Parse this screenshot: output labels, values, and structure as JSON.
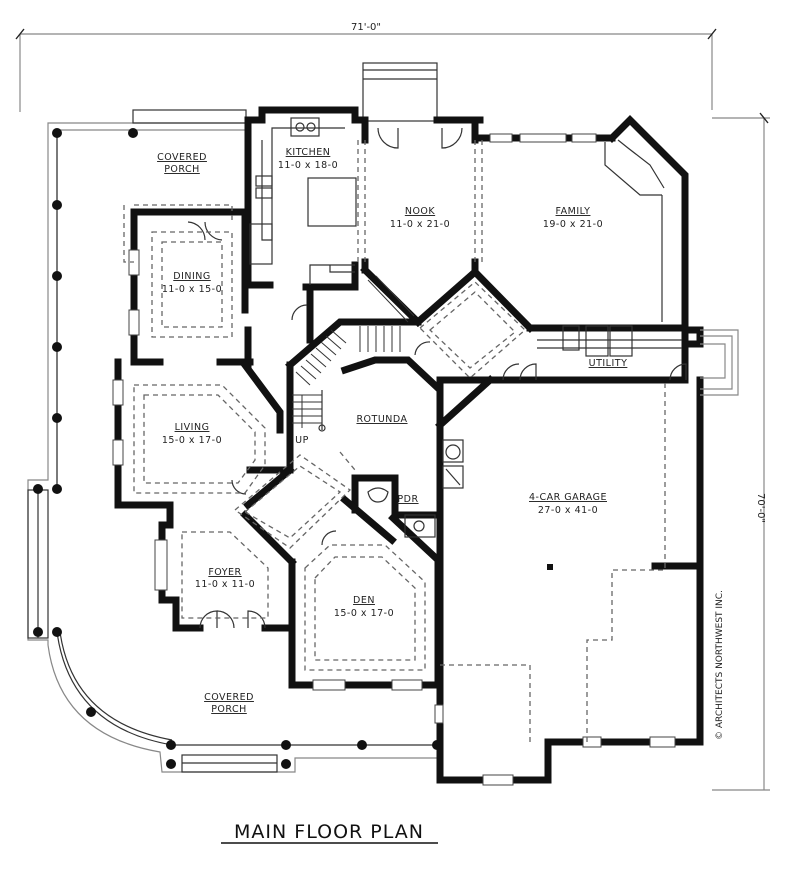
{
  "title": "MAIN FLOOR PLAN",
  "dimensions": {
    "width": "71'-0\"",
    "depth": "70'-0\""
  },
  "copyright": "© ARCHITECTS NORTHWEST INC.",
  "stair_label": "UP",
  "rooms": {
    "porch_top": {
      "name": "COVERED",
      "name2": "PORCH"
    },
    "kitchen": {
      "name": "KITCHEN",
      "size": "11-0 x 18-0"
    },
    "nook": {
      "name": "NOOK",
      "size": "11-0 x 21-0"
    },
    "family": {
      "name": "FAMILY",
      "size": "19-0 x 21-0"
    },
    "dining": {
      "name": "DINING",
      "size": "11-0 x 15-0"
    },
    "living": {
      "name": "LIVING",
      "size": "15-0 x 17-0"
    },
    "rotunda": {
      "name": "ROTUNDA"
    },
    "utility": {
      "name": "UTILITY"
    },
    "pdr": {
      "name": "PDR"
    },
    "garage": {
      "name": "4-CAR GARAGE",
      "size": "27-0 x 41-0"
    },
    "foyer": {
      "name": "FOYER",
      "size": "11-0 x 11-0"
    },
    "den": {
      "name": "DEN",
      "size": "15-0 x 17-0"
    },
    "porch_bottom": {
      "name": "COVERED",
      "name2": "PORCH"
    }
  }
}
